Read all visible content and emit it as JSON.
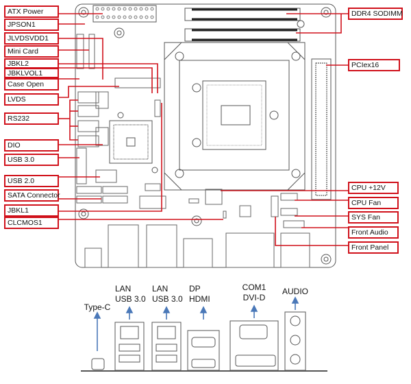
{
  "diagram": {
    "title": "Mini-ITX motherboard layout",
    "accent_color": "#d0101a",
    "arrow_color": "#4a78b8",
    "left_labels": [
      {
        "id": "atx-power",
        "text": "ATX Power"
      },
      {
        "id": "jpson1",
        "text": "JPSON1"
      },
      {
        "id": "jlvdsvdd1",
        "text": "JLVDSVDD1"
      },
      {
        "id": "mini-card",
        "text": "Mini Card"
      },
      {
        "id": "jbkl2",
        "text": "JBKL2"
      },
      {
        "id": "jbklvol1",
        "text": "JBKLVOL1"
      },
      {
        "id": "case-open",
        "text": "Case Open"
      },
      {
        "id": "lvds",
        "text": "LVDS"
      },
      {
        "id": "rs232",
        "text": "RS232"
      },
      {
        "id": "dio",
        "text": "DIO"
      },
      {
        "id": "usb30",
        "text": "USB 3.0"
      },
      {
        "id": "usb20",
        "text": "USB 2.0"
      },
      {
        "id": "sata",
        "text": "SATA Connector"
      },
      {
        "id": "jbkl1",
        "text": "JBKL1"
      },
      {
        "id": "clcmos1",
        "text": "CLCMOS1"
      }
    ],
    "right_labels": [
      {
        "id": "ddr4",
        "text": "DDR4 SODIMM"
      },
      {
        "id": "pciex16",
        "text": "PCIex16"
      },
      {
        "id": "cpu12v",
        "text": "CPU +12V"
      },
      {
        "id": "cpufan",
        "text": "CPU Fan"
      },
      {
        "id": "sysfan",
        "text": "SYS Fan"
      },
      {
        "id": "frontaudio",
        "text": "Front Audio"
      },
      {
        "id": "frontpanel",
        "text": "Front Panel"
      }
    ],
    "io_labels": [
      {
        "id": "typec",
        "lines": [
          "Type-C"
        ]
      },
      {
        "id": "lan1",
        "lines": [
          "LAN",
          "USB 3.0"
        ]
      },
      {
        "id": "lan2",
        "lines": [
          "LAN",
          "USB 3.0"
        ]
      },
      {
        "id": "dphdmi",
        "lines": [
          "DP",
          "HDMI"
        ]
      },
      {
        "id": "comdvi",
        "lines": [
          "COM1",
          "DVI-D"
        ]
      },
      {
        "id": "audio",
        "lines": [
          "AUDIO"
        ]
      }
    ]
  }
}
